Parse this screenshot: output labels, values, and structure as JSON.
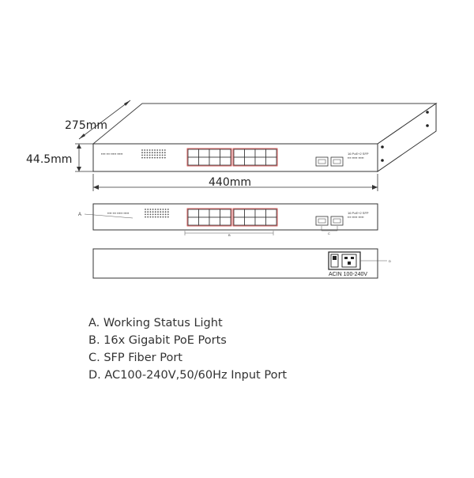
{
  "dimensions": {
    "depth": "275mm",
    "height": "44.5mm",
    "width": "440mm"
  },
  "front_panel_text": {
    "brand_line1": "▪▪▪▪ ▪▪▪ ▪▪▪▪▪ ▪▪▪▪▪",
    "model": "16 PoE+2 SFP",
    "model_sub": "▪▪▪ ▪▪▪▪▪ ▪▪▪▪▪"
  },
  "callouts": {
    "a": "A",
    "b": "B",
    "c": "C",
    "d": "D",
    "power_label": "ACIN 100-240V"
  },
  "legend": [
    "A. Working Status Light",
    "B. 16x Gigabit PoE Ports",
    "C. SFP Fiber Port",
    "D. AC100-240V,50/60Hz Input Port"
  ],
  "colors": {
    "line": "#333333",
    "port_accent": "#cc3333",
    "brand_accent": "#b03030",
    "text": "#333333"
  }
}
